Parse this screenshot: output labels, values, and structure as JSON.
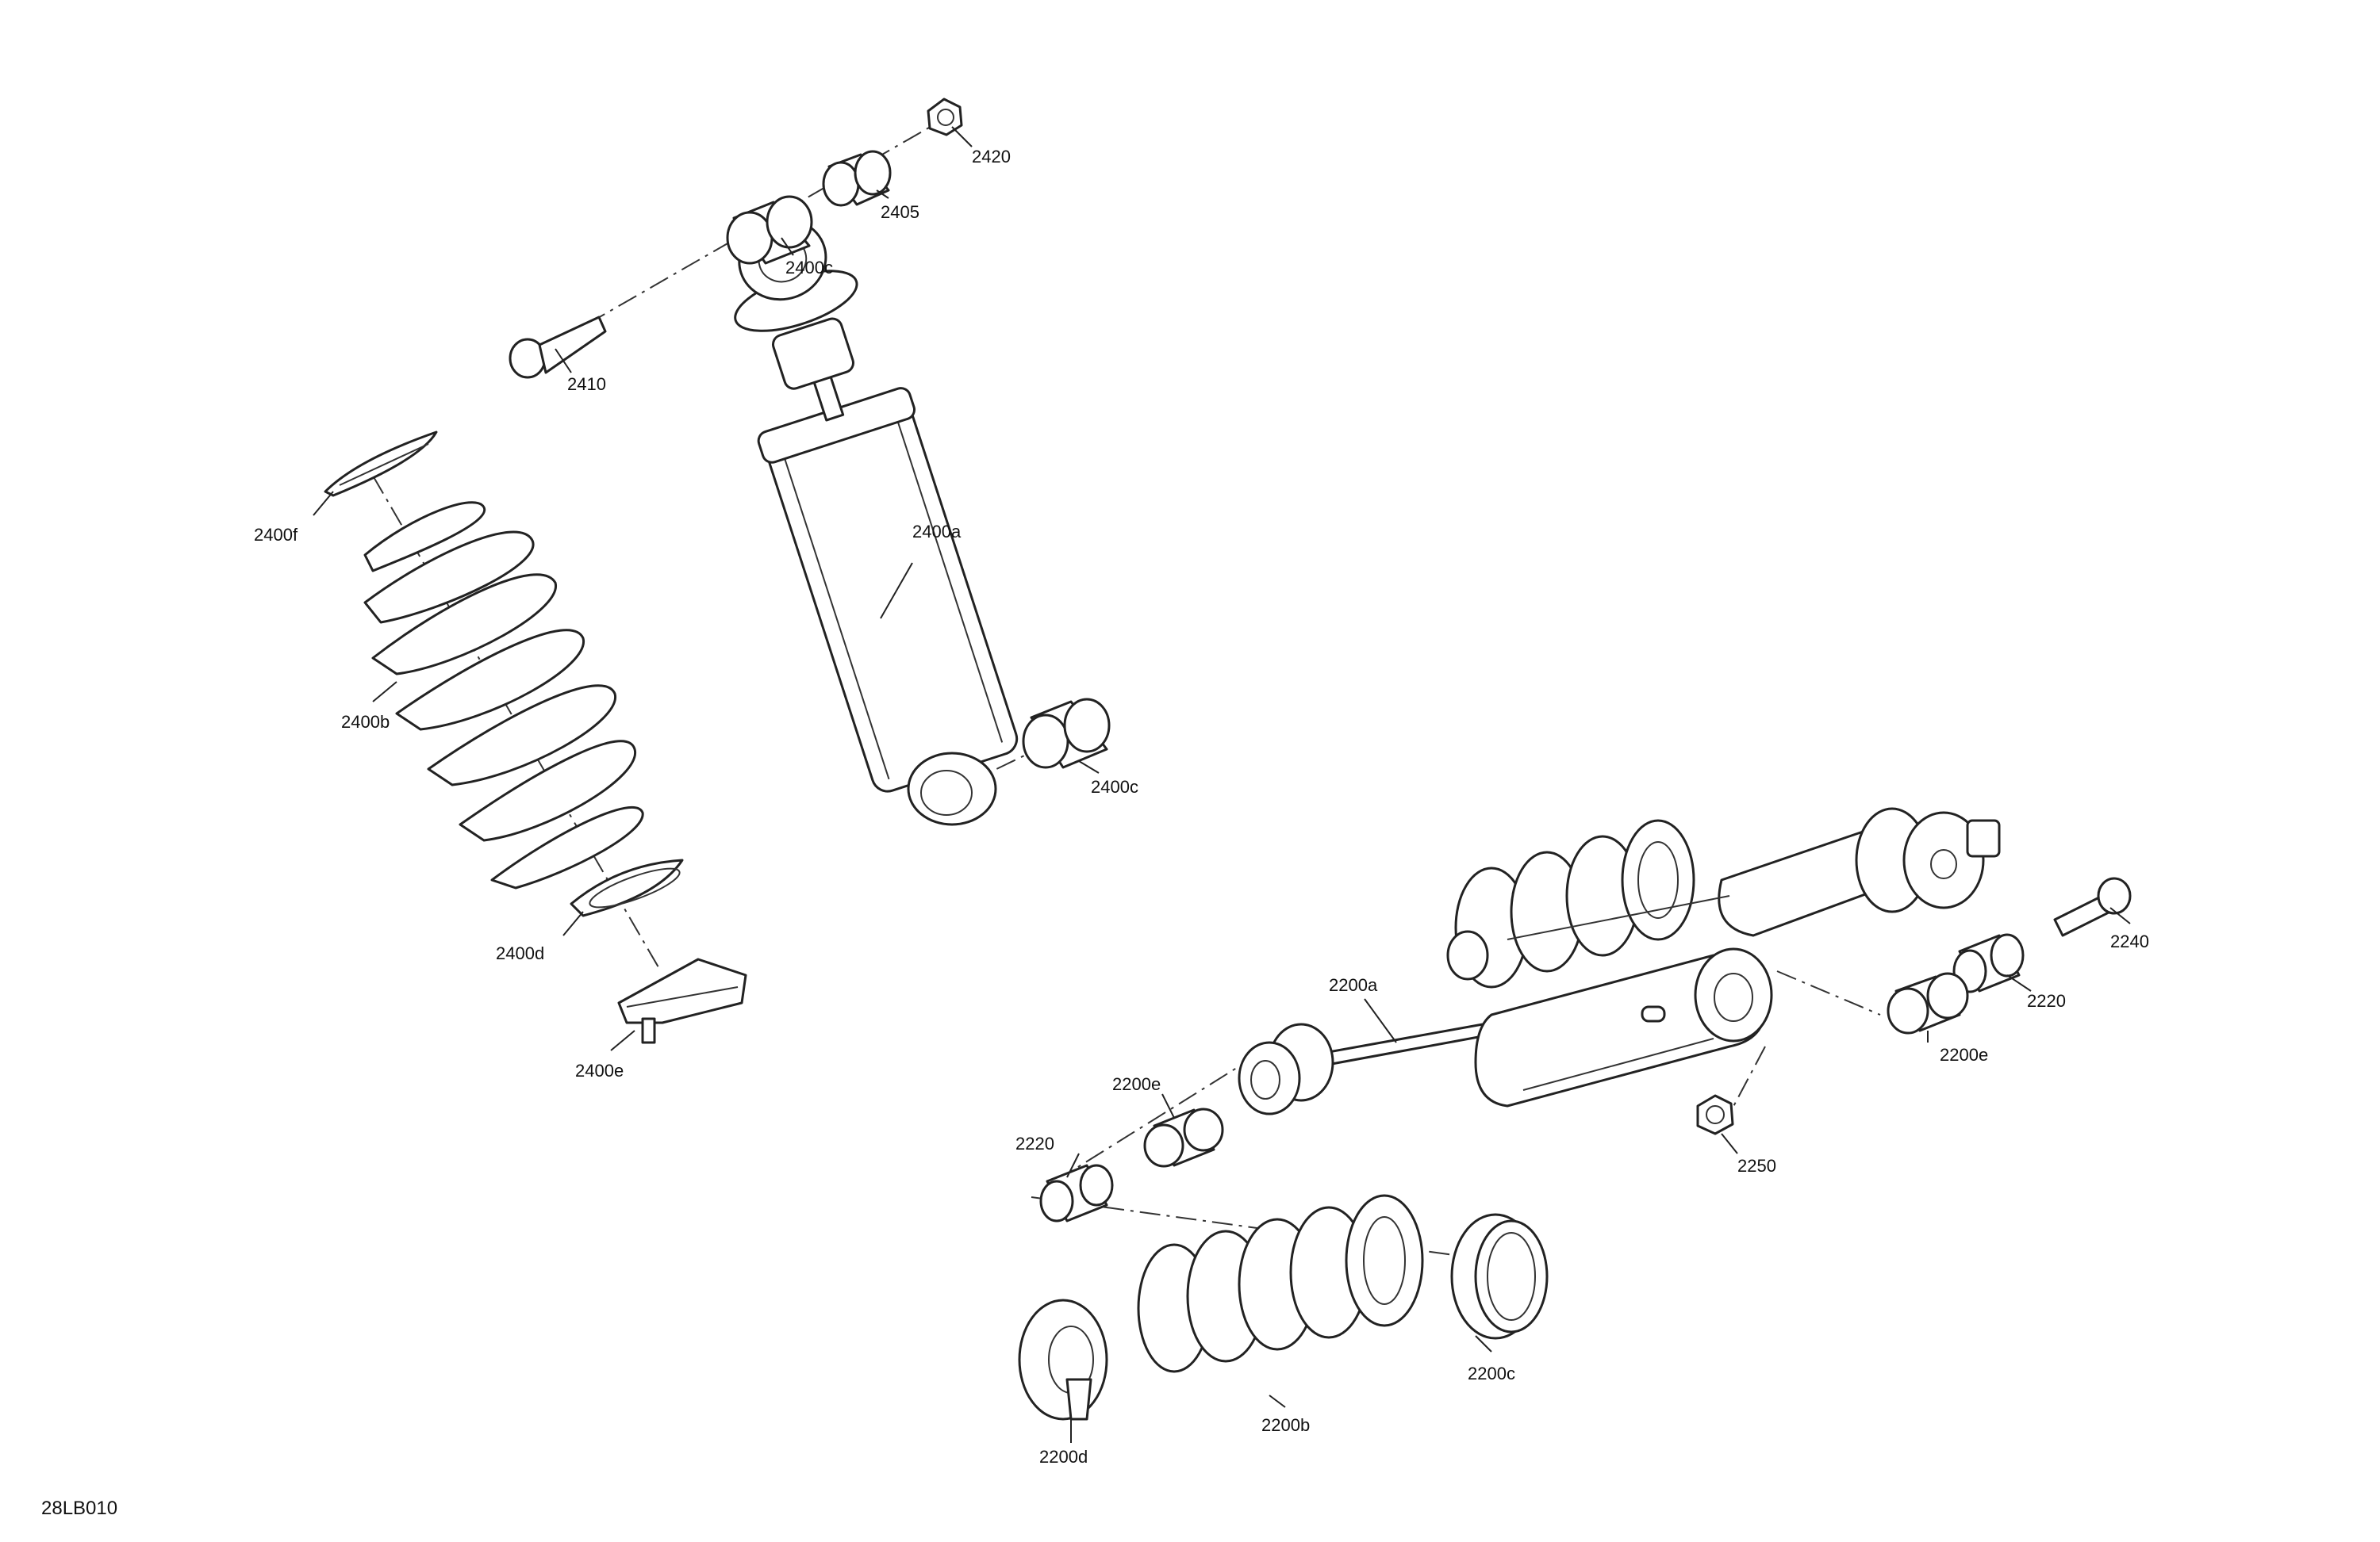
{
  "drawing_id": "28LB010",
  "callouts": {
    "c2420": "2420",
    "c2405": "2405",
    "c2400c_top": "2400c",
    "c2410": "2410",
    "c2400f": "2400f",
    "c2400a": "2400a",
    "c2400b": "2400b",
    "c2400c_bottom": "2400c",
    "c2400d": "2400d",
    "c2400e": "2400e",
    "c2240": "2240",
    "c2220_right": "2220",
    "c2200e_right": "2200e",
    "c2200a": "2200a",
    "c2200e_left": "2200e",
    "c2220_left": "2220",
    "c2250": "2250",
    "c2200c": "2200c",
    "c2200b": "2200b",
    "c2200d": "2200d"
  }
}
